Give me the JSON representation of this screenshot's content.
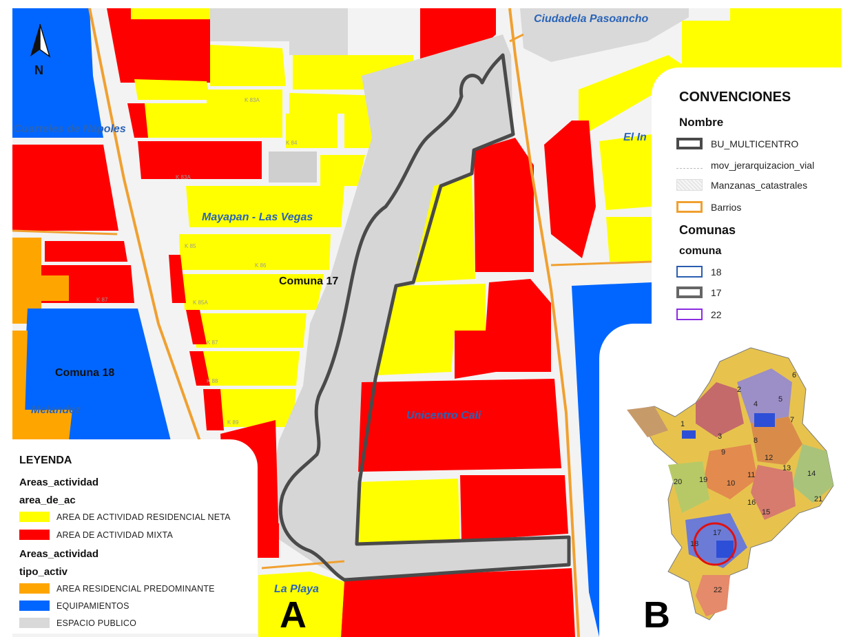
{
  "map_labels": {
    "neighborhoods": [
      "Ciudadela Pasoancho",
      "Cuarteles de Nápoles",
      "Mayapan - Las Vegas",
      "Melandez",
      "La Playa",
      "Unicentro Cali",
      "El In"
    ],
    "comunas": [
      "Comuna 17",
      "Comuna 18"
    ],
    "north_letter": "N",
    "inset_numbers": [
      "1",
      "2",
      "3",
      "4",
      "5",
      "6",
      "7",
      "8",
      "9",
      "10",
      "11",
      "12",
      "13",
      "14",
      "15",
      "16",
      "17",
      "18",
      "19",
      "20",
      "21",
      "22"
    ]
  },
  "panel_labels": {
    "A": "A",
    "B": "B"
  },
  "legend": {
    "title": "LEYENDA",
    "group1_title": "Areas_actividad",
    "group1_field": "area_de_ac",
    "group1_items": [
      {
        "label": "AREA DE ACTIVIDAD RESIDENCIAL NETA",
        "color": "#ffff00"
      },
      {
        "label": "AREA DE ACTIVIDAD MIXTA",
        "color": "#ff0000"
      }
    ],
    "group2_title": "Areas_actividad",
    "group2_field": "tipo_activ",
    "group2_items": [
      {
        "label": "AREA RESIDENCIAL PREDOMINANTE",
        "color": "#ffa500"
      },
      {
        "label": "EQUIPAMIENTOS",
        "color": "#0066ff"
      },
      {
        "label": "ESPACIO PUBLICO",
        "color": "#d9d9d9"
      }
    ]
  },
  "conventions": {
    "title": "CONVENCIONES",
    "subtitle": "Nombre",
    "items": [
      {
        "label": "BU_MULTICENTRO",
        "style": "thick-outline",
        "color": "#555555"
      },
      {
        "label": "mov_jerarquizacion_vial",
        "style": "thin-line",
        "color": "#cccccc"
      },
      {
        "label": "Manzanas_catastrales",
        "style": "dotted-fill",
        "color": "#dddddd"
      },
      {
        "label": "Barrios",
        "style": "outline",
        "color": "#f0a030"
      }
    ],
    "comunas_title": "Comunas",
    "comunas_field": "comuna",
    "comuna_items": [
      {
        "label": "18",
        "color": "#2a5cb0"
      },
      {
        "label": "17",
        "color": "#666666"
      },
      {
        "label": "22",
        "color": "#8a2be2"
      }
    ]
  },
  "colors": {
    "residential": "#ffff00",
    "mixed": "#ff0000",
    "predominant_residential": "#ffa500",
    "equipment": "#0066ff",
    "public_space": "#d9d9d9",
    "barrio_border": "#f0a030",
    "multicentro_border": "#4a4a4a"
  }
}
